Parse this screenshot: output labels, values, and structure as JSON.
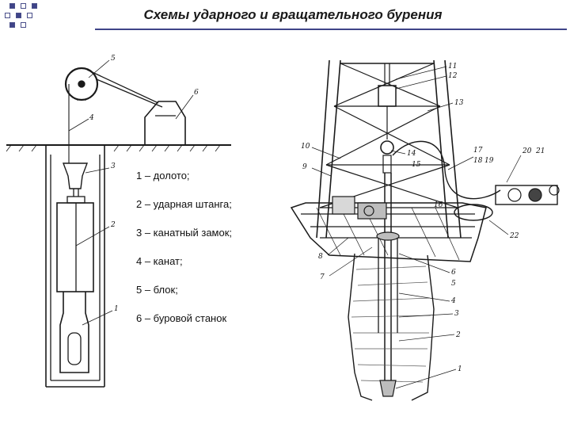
{
  "slide": {
    "title": "Схемы ударного и вращательного бурения"
  },
  "legend": [
    "1 – долото;",
    "2 – ударная штанга;",
    "3 – канатный замок;",
    "4 – канат;",
    "5 – блок;",
    "6 – буровой станок"
  ],
  "left_figure": {
    "callouts": [
      "5",
      "6",
      "4",
      "3",
      "2",
      "1"
    ]
  },
  "right_figure": {
    "callouts": [
      "11",
      "12",
      "13",
      "10",
      "9",
      "14",
      "17",
      "18",
      "19",
      "20",
      "21",
      "15",
      "16",
      "22",
      "8",
      "7",
      "6",
      "5",
      "4",
      "3",
      "2",
      "1"
    ]
  },
  "colors": {
    "accent": "#3f4488",
    "line": "#1a1a1a"
  }
}
